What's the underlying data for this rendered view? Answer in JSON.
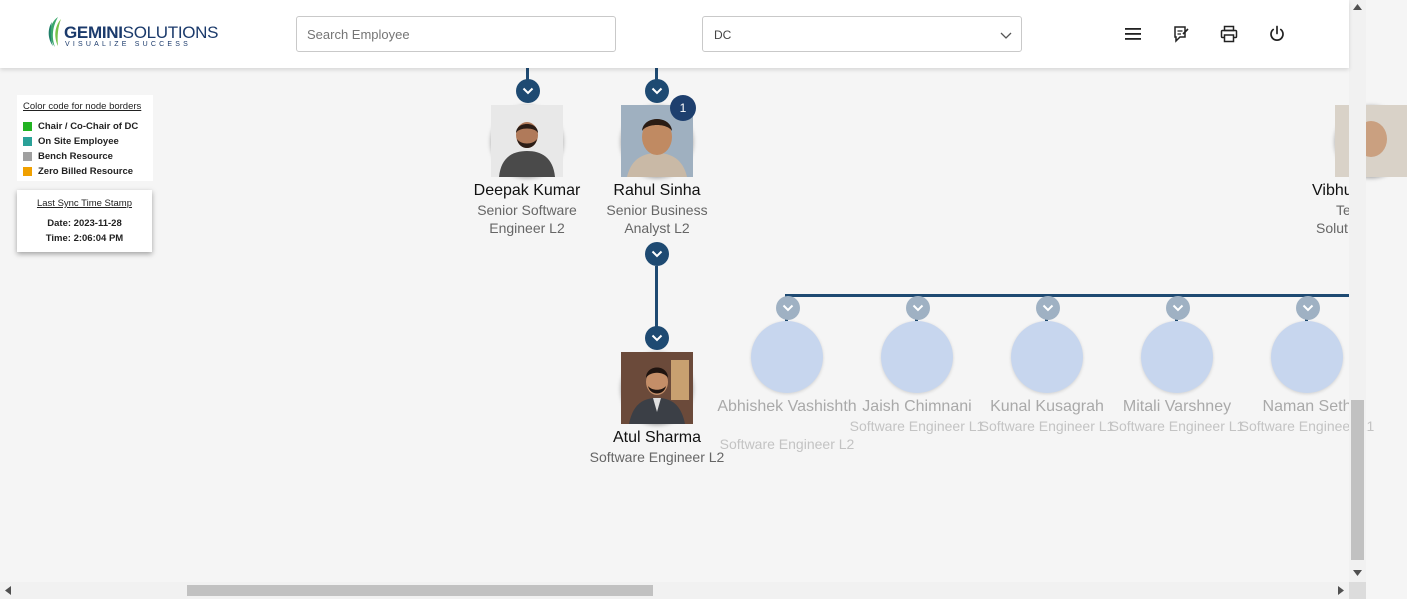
{
  "brand": {
    "name_bold": "GEMINI",
    "name_rest": "SOLUTIONS",
    "tagline": "VISUALIZE SUCCESS"
  },
  "search": {
    "placeholder": "Search Employee",
    "value": ""
  },
  "dc_select": {
    "value": "DC"
  },
  "header_icons": [
    "menu-icon",
    "feedback-icon",
    "print-icon",
    "power-icon"
  ],
  "legend": {
    "title": "Color code for node borders",
    "items": [
      {
        "label": "Chair / Co-Chair of DC",
        "color": "#22b322"
      },
      {
        "label": "On Site Employee",
        "color": "#2aa198"
      },
      {
        "label": "Bench Resource",
        "color": "#a0a0a0"
      },
      {
        "label": "Zero Billed Resource",
        "color": "#f0a000"
      }
    ]
  },
  "sync": {
    "title": "Last Sync Time Stamp",
    "date": "Date: 2023-11-28",
    "time": "Time: 2:06:04 PM"
  },
  "nodes": {
    "deepak": {
      "name": "Deepak Kumar",
      "role": "Senior Software Engineer L2"
    },
    "rahul": {
      "name": "Rahul Sinha",
      "role": "Senior Business Analyst L2",
      "badge": "1"
    },
    "vibhu": {
      "name": "Vibhu",
      "role_line1": "Te",
      "role_line2": "Solut"
    },
    "atul": {
      "name": "Atul Sharma",
      "role": "Software Engineer L2"
    }
  },
  "children": [
    {
      "name": "Abhishek Vashishth",
      "role": "Software Engineer L2"
    },
    {
      "name": "Jaish Chimnani",
      "role": "Software Engineer L1"
    },
    {
      "name": "Kunal Kusagrah",
      "role": "Software Engineer L1"
    },
    {
      "name": "Mitali Varshney",
      "role": "Software Engineer L1"
    },
    {
      "name": "Naman Seth",
      "role": "Software Engineer L1"
    }
  ],
  "colors": {
    "accent": "#1e4a72",
    "placeholder_avatar": "#c7d6ee",
    "badge": "#1e3f6e"
  }
}
